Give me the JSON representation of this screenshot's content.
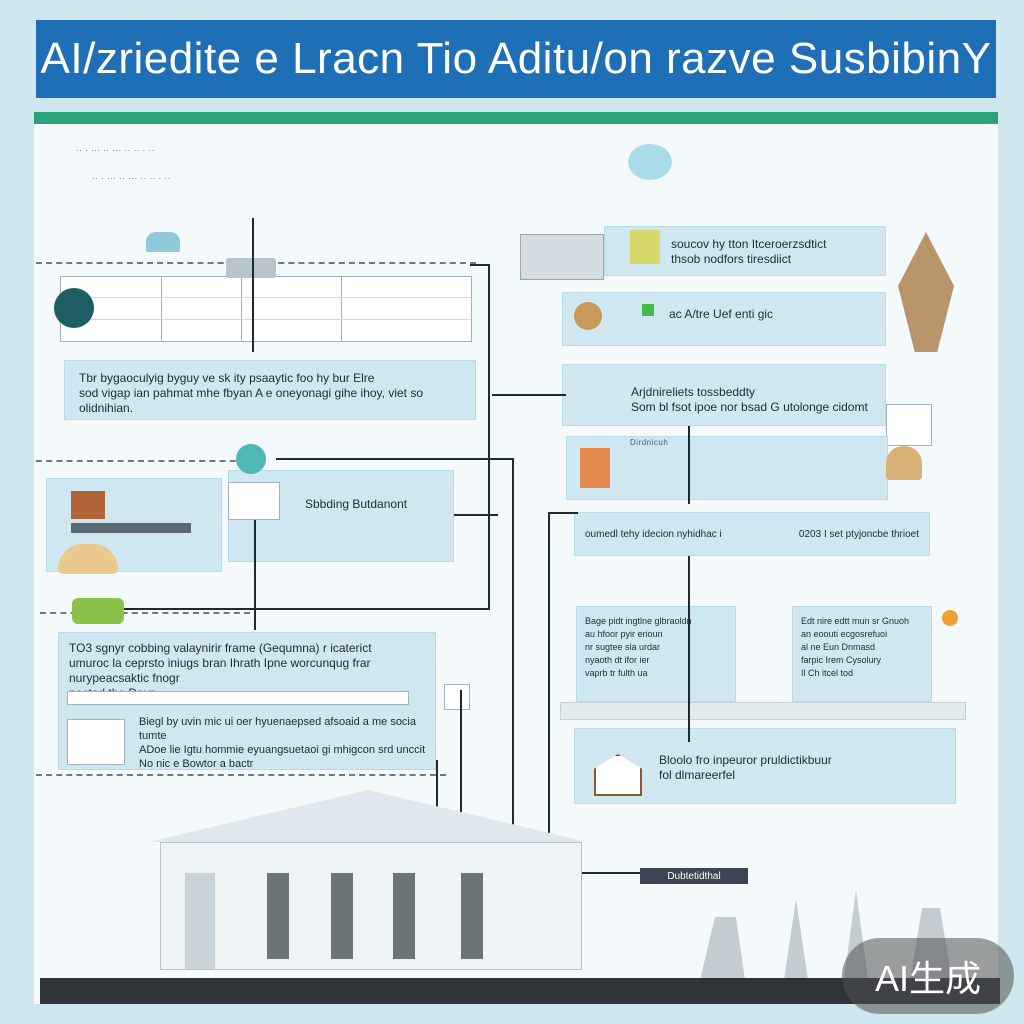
{
  "header": {
    "title": "AI/zriedite e Lracn Tio Aditu/on razve SusbibinY"
  },
  "top_note": "·· · ··· ·· ··· ·· ·· · ··",
  "boxes": {
    "left_wide": "Tbr bygaoculyig byguy ve sk ity psaaytic foo hy bur Elre\nsod vigap ian pahmat mhe fbyan A e oneyonagi gihe ihoy, viet so olidnihian.",
    "left_mid": "Sbbding Butdanont",
    "left_lower_title": "TO3 sgnyr cobbing valaynirir frame (Gequmna) r icaterict",
    "left_lower_sub": "umuroc la ceprsto iniugs bran Ihrath Ipne worcunqug frar nurypeacsaktic fnogr",
    "left_lower_sub2": "poctod tho Dayp",
    "left_bottom": "Biegl by uvin mic ui oer hyuenaepsed afsoaid a me socia tumte\nADoe lie Igtu hommie eyuangsuetaoi gi mhigcon srd unccit\nNo nic e Bowtor a bactr",
    "right_1": "soucov hy tton Itceroerzsdtict\nthsob nodfors tiresdiict",
    "right_2": "ac A/tre Uef enti gic",
    "right_3_title": "Arjdnireliets tossbeddty",
    "right_3_sub": "Som bl fsot ipoe nor bsad G utolonge cidomt",
    "right_tag": "Dirdnicuh",
    "right_strip_a": "oumedl tehy idecion   nyhidhac i",
    "right_strip_b": "0203 I set ptyjoncbe thrioet",
    "right_col_a": "Bage pidt ingtlne glbraoldn\nau hfoor pyir erioun\nnr sugtee sla urdar\nnyaoth dt ifor ier\nvaprb tr fulth ua",
    "right_col_b": "Edt nire edtt mun sr Gnuoh\nan eoouti ecgosrefuoi\nal ne Eun Dnmasd\nfarpic Irem Cysolury\nIl Ch itcel tod",
    "right_bottom": "Bloolo fro inpeuror pruldictikbuur\nfol dlmareerfel",
    "footer_chip": "Dubtetidthal"
  },
  "watermark": "AI生成",
  "colors": {
    "banner": "#1e6fb5",
    "accent_green": "#2aa37a",
    "panel": "#cfe7f1",
    "line": "#1f2933"
  }
}
